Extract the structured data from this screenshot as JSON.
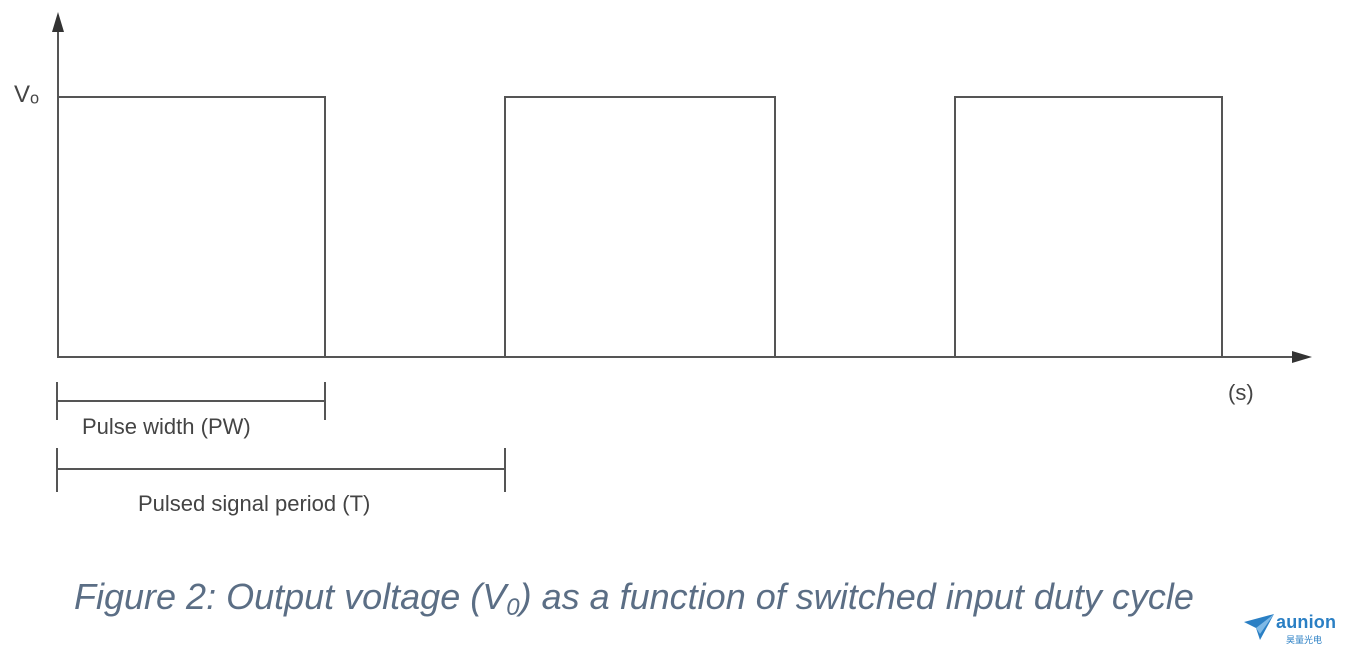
{
  "diagram": {
    "y_axis_label": "Vₒ",
    "x_axis_label": "(s)",
    "pulse_width_label": "Pulse width (PW)",
    "period_label": "Pulsed signal period (T)",
    "waveform_type": "square wave",
    "pulse_count": 3,
    "high_level": "Vₒ",
    "low_level": 0
  },
  "caption": {
    "prefix": "Figure 2: Output voltage (V",
    "subscript": "0",
    "suffix": ") as a function of switched input duty cycle"
  },
  "logo": {
    "word": "aunion",
    "subtext": "昊量光电",
    "color": "#2a7fc4"
  },
  "colors": {
    "line": "#555555",
    "caption": "#5b6e85"
  }
}
